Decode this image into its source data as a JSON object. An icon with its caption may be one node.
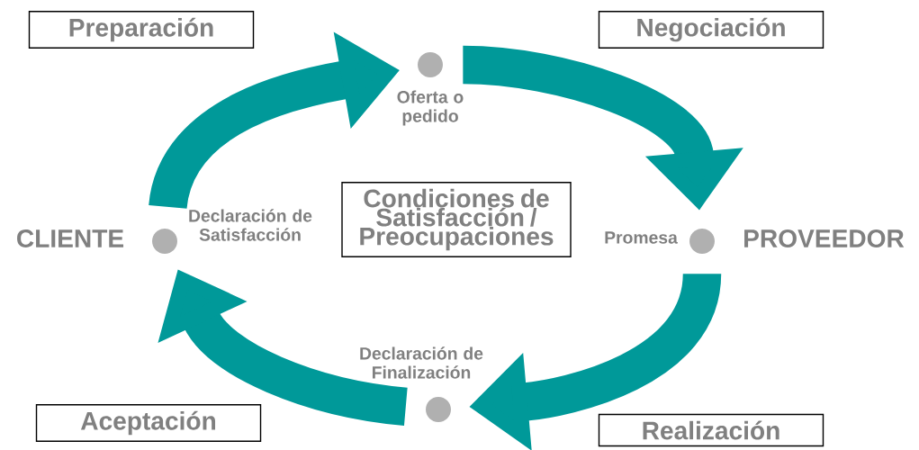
{
  "diagram": {
    "nodes": [
      {
        "text": [
          "Preparación"
        ]
      },
      {
        "text": [
          "Negociación"
        ]
      },
      {
        "text": [],
        "shape": "circle",
        "beside": [
          "Oferta o pedido"
        ]
      },
      {
        "text": [
          "Condiciones de Satisfacción / Preocupaciones"
        ]
      },
      {
        "text": [],
        "shape": "circle",
        "beside": [
          "Declaración de Satisfacción"
        ]
      },
      {
        "text": [],
        "shape": "circle",
        "beside": [
          "Promesa"
        ]
      },
      {
        "text": [],
        "shape": "circle",
        "beside": [
          "Declaración de Finalización"
        ]
      },
      {
        "text": [
          "Aceptación"
        ]
      },
      {
        "text": [
          "Realización"
        ]
      }
    ],
    "edges": [
      {
        "from": 4,
        "to": 2,
        "arrow": "to"
      },
      {
        "from": 2,
        "to": 5,
        "arrow": "to"
      },
      {
        "from": 5,
        "to": 6,
        "arrow": "to"
      },
      {
        "from": 6,
        "to": 4,
        "arrow": "to"
      }
    ],
    "labels": [
      "CLIENTE",
      "PROVEEDOR"
    ]
  }
}
